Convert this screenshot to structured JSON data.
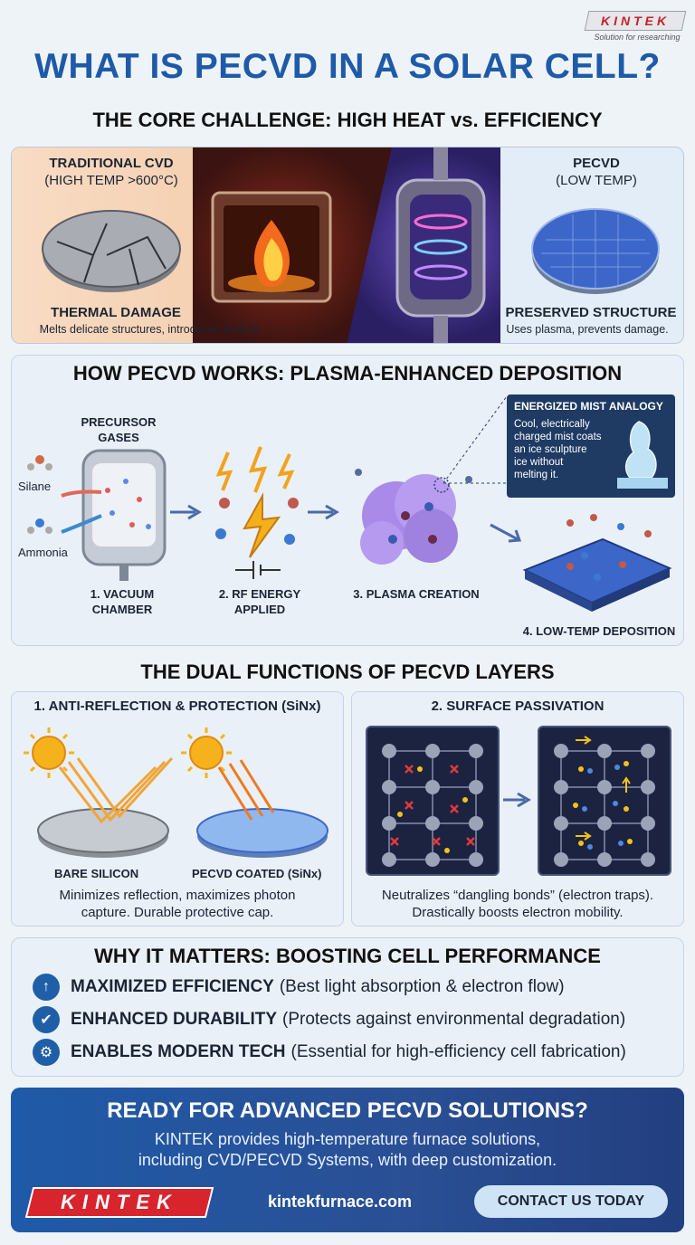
{
  "header": {
    "logo": "KINTEK",
    "tagline": "Solution for researching",
    "title": "WHAT IS PECVD IN A SOLAR CELL?"
  },
  "challenge": {
    "heading": "THE CORE CHALLENGE: HIGH HEAT vs. EFFICIENCY",
    "left_title": "TRADITIONAL CVD",
    "left_sub": "(HIGH TEMP >600°C)",
    "left_result": "THERMAL DAMAGE",
    "left_desc": "Melts delicate structures, introduces defects.",
    "right_title": "PECVD",
    "right_sub": "(LOW TEMP)",
    "right_result": "PRESERVED STRUCTURE",
    "right_desc": "Uses plasma, prevents damage."
  },
  "how": {
    "heading": "HOW PECVD WORKS: PLASMA-ENHANCED DEPOSITION",
    "precursor_label_1": "PRECURSOR",
    "precursor_label_2": "GASES",
    "gas_1": "Silane",
    "gas_2": "Ammonia",
    "step1_a": "1. VACUUM",
    "step1_b": "CHAMBER",
    "step2_a": "2. RF ENERGY",
    "step2_b": "APPLIED",
    "step3": "3. PLASMA CREATION",
    "step4": "4. LOW-TEMP DEPOSITION",
    "analogy_title": "ENERGIZED MIST ANALOGY",
    "analogy_lines": [
      "Cool, electrically",
      "charged mist coats",
      "an ice sculpture",
      "ice without",
      "melting it."
    ]
  },
  "functions": {
    "heading": "THE DUAL FUNCTIONS OF PECVD LAYERS",
    "f1_title": "1. ANTI-REFLECTION & PROTECTION (SiNx)",
    "f1_label_left": "BARE SILICON",
    "f1_label_right": "PECVD COATED (SiNx)",
    "f1_desc_1": "Minimizes reflection, maximizes photon",
    "f1_desc_2": "capture. Durable protective cap.",
    "f2_title": "2. SURFACE PASSIVATION",
    "f2_desc_1": "Neutralizes “dangling bonds” (electron traps).",
    "f2_desc_2": "Drastically boosts electron mobility."
  },
  "why": {
    "heading": "WHY IT MATTERS: BOOSTING CELL PERFORMANCE",
    "items": [
      {
        "title": "MAXIMIZED EFFICIENCY",
        "detail": "(Best light absorption & electron flow)",
        "icon": "arrow-up-icon"
      },
      {
        "title": "ENHANCED DURABILITY",
        "detail": "(Protects against environmental degradation)",
        "icon": "shield-icon"
      },
      {
        "title": "ENABLES MODERN TECH",
        "detail": "(Essential for high-efficiency cell fabrication)",
        "icon": "gear-icon"
      }
    ]
  },
  "cta": {
    "heading": "READY FOR ADVANCED PECVD SOLUTIONS?",
    "line1": "KINTEK provides high-temperature furnace solutions,",
    "line2": "including CVD/PECVD Systems, with deep customization.",
    "logo": "KINTEK",
    "website": "kintekfurnace.com",
    "button": "CONTACT US TODAY"
  },
  "colors": {
    "brand_blue": "#1e5aa8",
    "brand_red": "#d8242c",
    "panel_bg": "#e9f0f8"
  }
}
